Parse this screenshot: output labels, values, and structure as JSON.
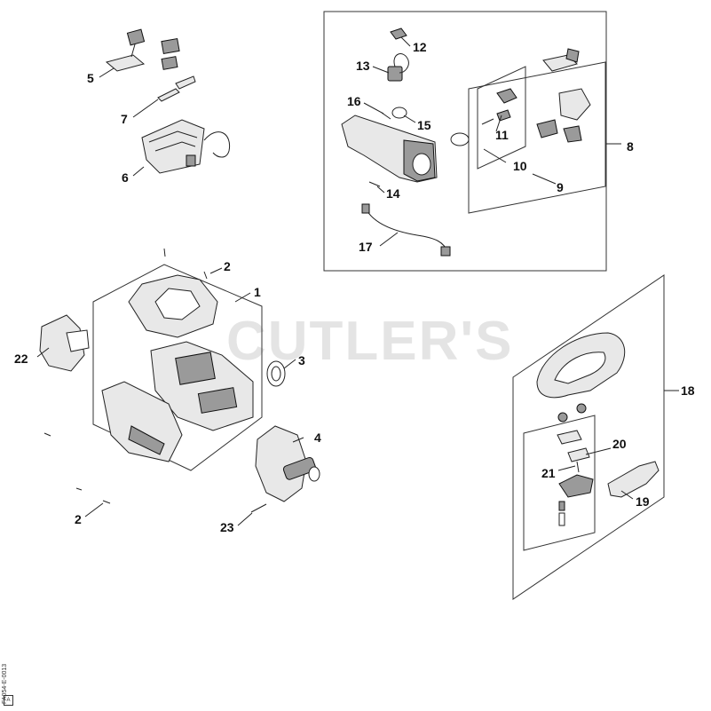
{
  "watermark": "CUTLER'S",
  "figure_code": "FA054-E-0013",
  "figure_mark": "A",
  "callouts": {
    "c1": "1",
    "c2a": "2",
    "c2b": "2",
    "c3": "3",
    "c4": "4",
    "c5": "5",
    "c6": "6",
    "c7": "7",
    "c8": "8",
    "c9": "9",
    "c10": "10",
    "c11": "11",
    "c12": "12",
    "c13": "13",
    "c14": "14",
    "c15": "15",
    "c16": "16",
    "c17": "17",
    "c18": "18",
    "c19": "19",
    "c20": "20",
    "c21": "21",
    "c22": "22",
    "c23": "23"
  },
  "icons": {
    "housing": "housing-shell-icon",
    "motor": "motor-icon",
    "handle": "control-handle-icon",
    "loop_handle": "loop-handle-icon"
  }
}
